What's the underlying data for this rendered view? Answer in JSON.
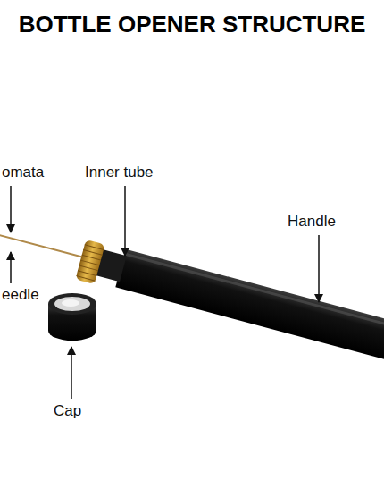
{
  "diagram": {
    "title": "BOTTLE OPENER STRUCTURE",
    "labels": [
      "omata",
      "Inner tube",
      "Handle",
      "eedle",
      "Cap"
    ]
  }
}
